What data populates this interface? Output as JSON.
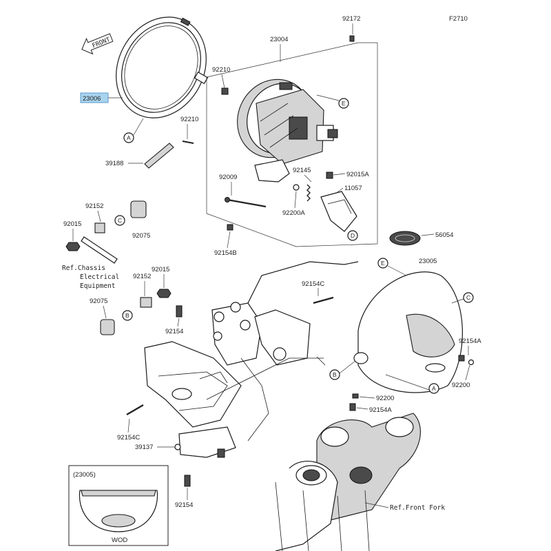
{
  "figure_code": "F2710",
  "front_arrow_text": "FRONT",
  "inset": {
    "title": "(23005)",
    "caption": "WOD"
  },
  "highlight_color": "#a9d4ee",
  "part_labels": {
    "p23006": "23006",
    "p92172": "92172",
    "p23004": "23004",
    "p92210a": "92210",
    "p92210b": "92210",
    "p39188": "39188",
    "p92009": "92009",
    "p92145": "92145",
    "p92015A": "92015A",
    "p11057": "11057",
    "p92200A": "92200A",
    "p92154B": "92154B",
    "p92152a": "92152",
    "p92015a": "92015",
    "p92075a": "92075",
    "p56054": "56054",
    "p23005": "23005",
    "p92015b": "92015",
    "p92152b": "92152",
    "p92154C_top": "92154C",
    "p92075b": "92075",
    "p92154a": "92154",
    "p92154A_r": "92154A",
    "p92200_r": "92200",
    "p92200_m": "92200",
    "p92154A_m": "92154A",
    "p92154C_bot": "92154C",
    "p39137": "39137",
    "p92154b": "92154"
  },
  "ref_notes": {
    "chassis_line1": "Ref.Chassis",
    "chassis_line2": "Electrical",
    "chassis_line3": "Equipment",
    "fork": "Ref.Front Fork"
  },
  "callouts": {
    "a1": "A",
    "a2": "A",
    "b1": "B",
    "b2": "B",
    "c1": "C",
    "c2": "C",
    "d1": "D",
    "e1": "E",
    "e2": "E"
  }
}
